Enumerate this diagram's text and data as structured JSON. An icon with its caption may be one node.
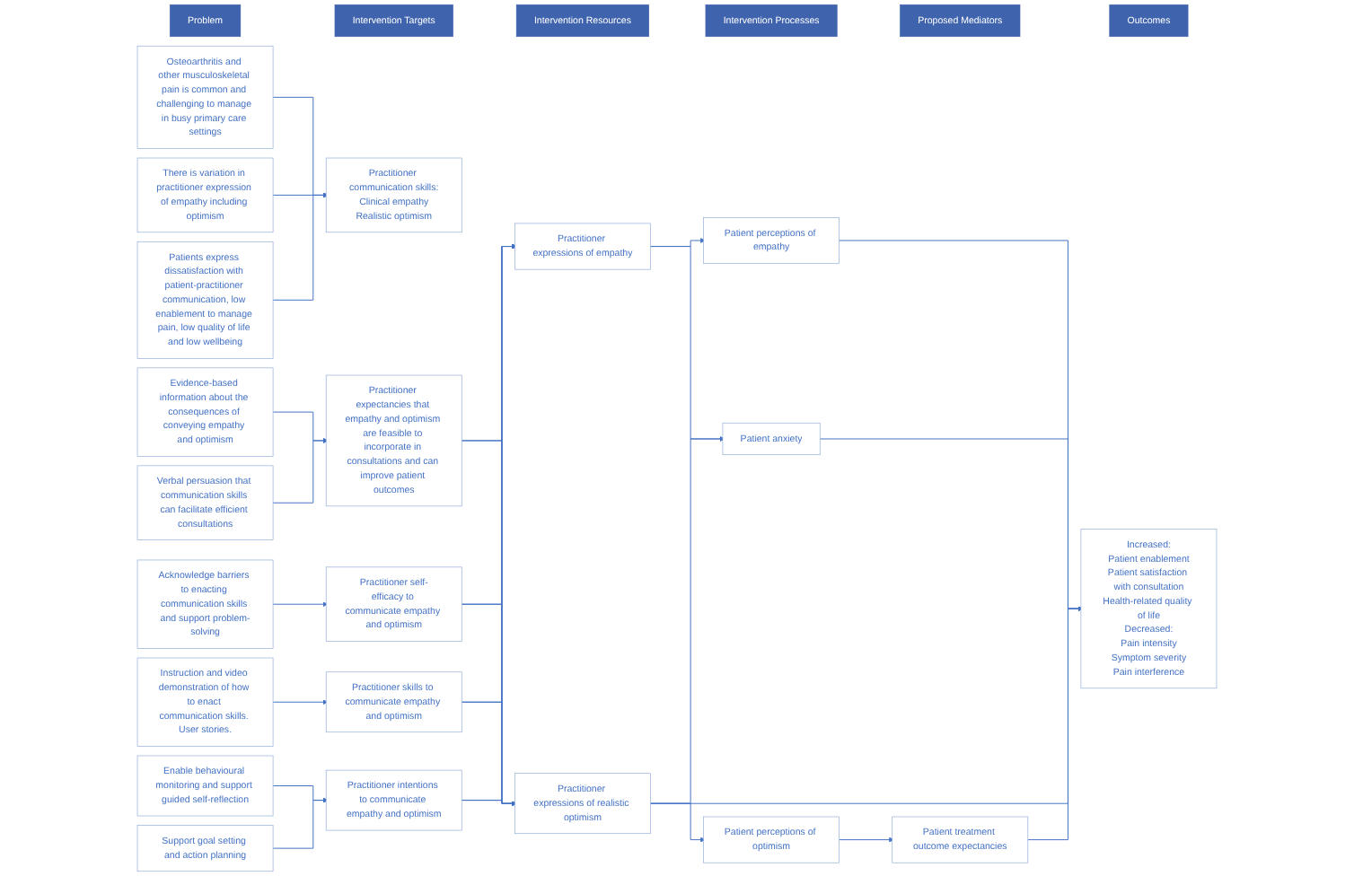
{
  "diagram": {
    "nodes": [
      {
        "text": [
          "Problem"
        ]
      },
      {
        "text": [
          "Intervention Targets"
        ]
      },
      {
        "text": [
          "Intervention Resources"
        ]
      },
      {
        "text": [
          "Intervention Processes"
        ]
      },
      {
        "text": [
          "Proposed Mediators"
        ]
      },
      {
        "text": [
          "Outcomes"
        ]
      },
      {
        "text": [
          "Osteoarthritis and other musculoskeletal pain is common and challenging to manage in busy primary care settings"
        ]
      },
      {
        "text": [
          "There is variation in practitioner expression of empathy including optimism"
        ]
      },
      {
        "text": [
          "Patients express dissatisfaction with patient-practitioner communication, low enablement to manage pain, low quality of life and low wellbeing"
        ]
      },
      {
        "text": [
          "Practitioner communication skills:",
          "Clinical empathy",
          "Realistic optimism"
        ]
      },
      {
        "text": [
          "Evidence-based information about the consequences of conveying empathy and optimism"
        ]
      },
      {
        "text": [
          "Verbal persuasion that communication skills can facilitate efficient consultations"
        ]
      },
      {
        "text": [
          "Acknowledge barriers to enacting communication skills and support problem-solving"
        ]
      },
      {
        "text": [
          "Instruction and video demonstration of how to enact communication skills. User stories."
        ]
      },
      {
        "text": [
          "Enable behavioural monitoring and support guided self-reflection"
        ]
      },
      {
        "text": [
          "Support goal setting and action planning"
        ]
      },
      {
        "text": [
          "Practitioner expectancies that empathy and optimism are feasible to incorporate in consultations and can improve patient outcomes"
        ]
      },
      {
        "text": [
          "Practitioner self-efficacy to communicate empathy and optimism"
        ]
      },
      {
        "text": [
          "Practitioner skills to communicate empathy and optimism"
        ]
      },
      {
        "text": [
          "Practitioner intentions to communicate empathy and optimism"
        ]
      },
      {
        "text": [
          "Patient perceptions of empathy"
        ]
      },
      {
        "text": [
          "Practitioner expressions of empathy"
        ]
      },
      {
        "text": [
          "Patient anxiety"
        ]
      },
      {
        "text": [
          "Practitioner expressions of realistic optimism"
        ]
      },
      {
        "text": [
          "Patient perceptions of optimism"
        ]
      },
      {
        "text": [
          "Patient treatment outcome expectancies"
        ]
      },
      {
        "text": [
          "Increased:",
          "Patient enablement",
          "Patient satisfaction with consultation",
          "Health-related quality of life",
          "Decreased:",
          "Pain intensity",
          "Symptom severity",
          "Pain interference"
        ]
      }
    ],
    "edges": [
      {
        "from": 6,
        "to": 9,
        "arrow": "to"
      },
      {
        "from": 7,
        "to": 9,
        "arrow": "to"
      },
      {
        "from": 8,
        "to": 9,
        "arrow": "to"
      },
      {
        "from": 10,
        "to": 16,
        "arrow": "to"
      },
      {
        "from": 11,
        "to": 16,
        "arrow": "to"
      },
      {
        "from": 12,
        "to": 17,
        "arrow": "to"
      },
      {
        "from": 13,
        "to": 18,
        "arrow": "to"
      },
      {
        "from": 14,
        "to": 19,
        "arrow": "to"
      },
      {
        "from": 15,
        "to": 19,
        "arrow": "to"
      },
      {
        "from": 16,
        "to": 21,
        "arrow": "to"
      },
      {
        "from": 16,
        "to": 23,
        "arrow": "to"
      },
      {
        "from": 17,
        "to": 21,
        "arrow": "to"
      },
      {
        "from": 17,
        "to": 23,
        "arrow": "to"
      },
      {
        "from": 18,
        "to": 21,
        "arrow": "to"
      },
      {
        "from": 18,
        "to": 23,
        "arrow": "to"
      },
      {
        "from": 19,
        "to": 21,
        "arrow": "to"
      },
      {
        "from": 19,
        "to": 23,
        "arrow": "to"
      },
      {
        "from": 21,
        "to": 20,
        "arrow": "to"
      },
      {
        "from": 21,
        "to": 22,
        "arrow": "to"
      },
      {
        "from": 23,
        "to": 22,
        "arrow": "to"
      },
      {
        "from": 23,
        "to": 24,
        "arrow": "to"
      },
      {
        "from": 24,
        "to": 25,
        "arrow": "to"
      },
      {
        "from": 20,
        "to": 26,
        "arrow": "to"
      },
      {
        "from": 22,
        "to": 26,
        "arrow": "to"
      },
      {
        "from": 23,
        "to": 26,
        "arrow": "to"
      },
      {
        "from": 25,
        "to": 26,
        "arrow": "to"
      }
    ]
  }
}
